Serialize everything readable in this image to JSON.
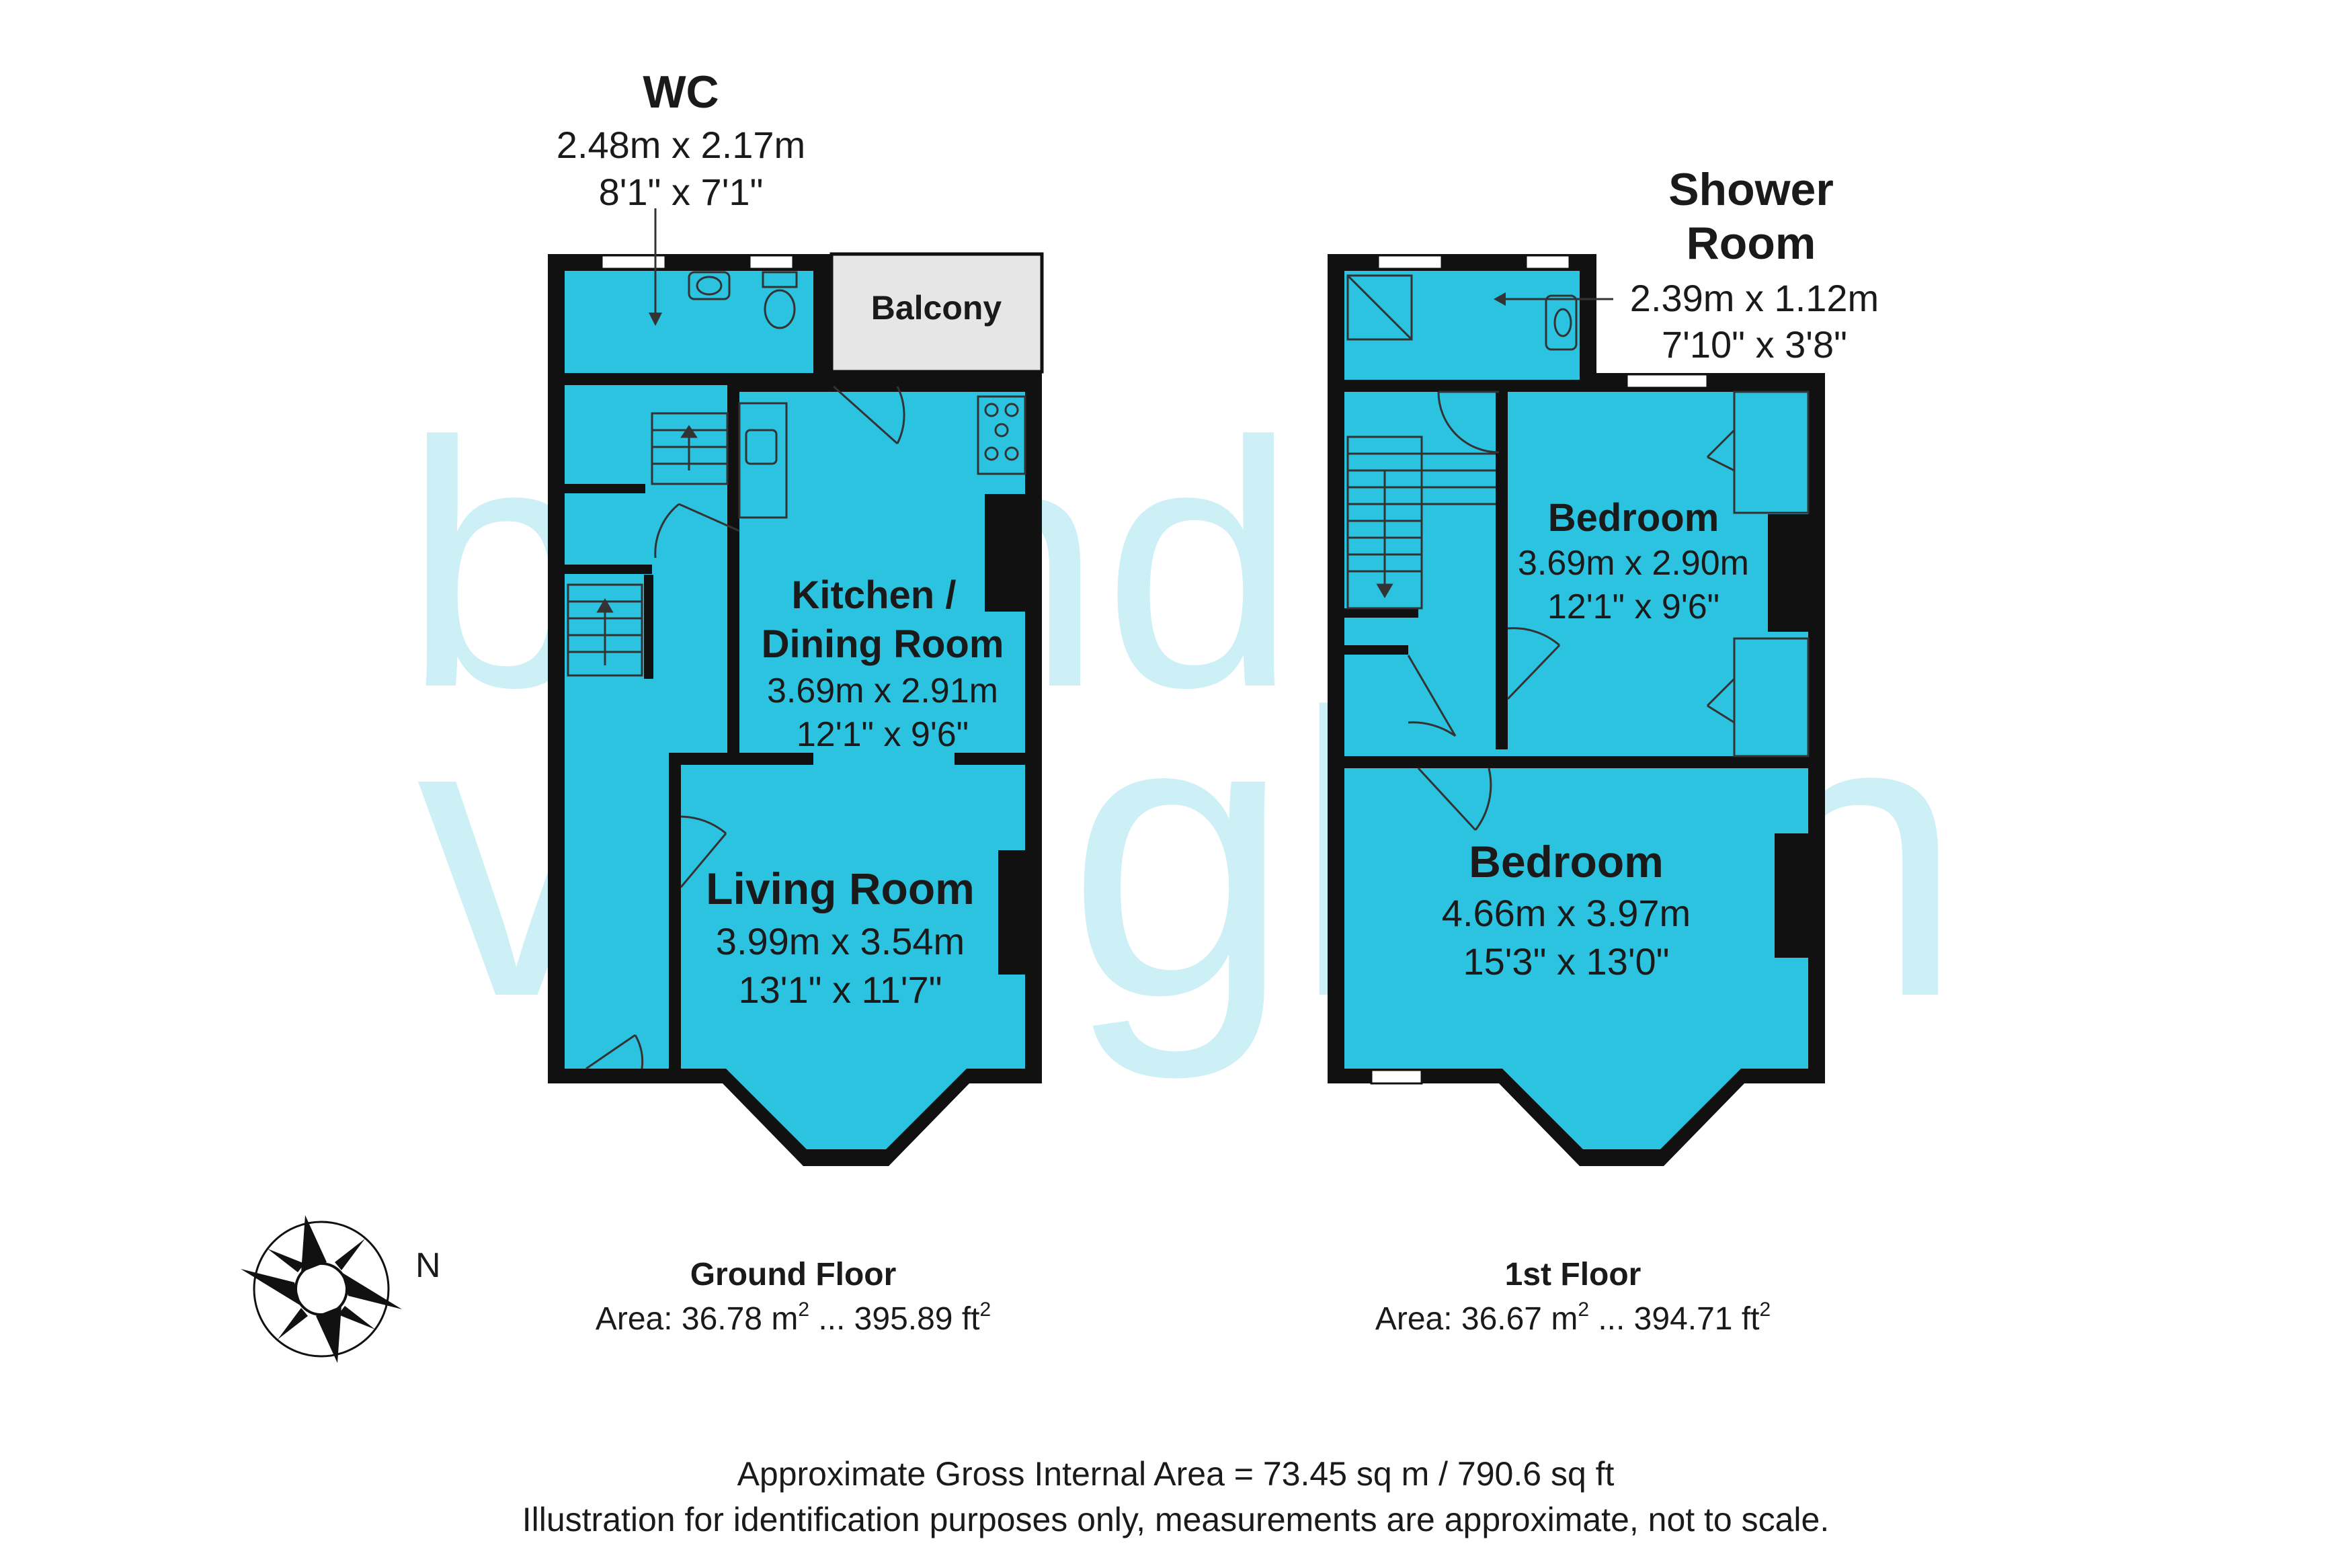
{
  "watermark": {
    "line1": "brand",
    "line2": "vaughan"
  },
  "ground_floor": {
    "title": "Ground Floor",
    "area_prefix": "Area: 36.78 m",
    "area_mid": " ...  395.89 ft",
    "sq": "2",
    "rooms": {
      "wc": {
        "name": "WC",
        "metric": "2.48m x 2.17m",
        "imperial": "8'1\" x 7'1\""
      },
      "balcony": {
        "name": "Balcony"
      },
      "kitchen": {
        "name1": "Kitchen /",
        "name2": "Dining Room",
        "metric": "3.69m x 2.91m",
        "imperial": "12'1\" x 9'6\""
      },
      "living": {
        "name": "Living Room",
        "metric": "3.99m x 3.54m",
        "imperial": "13'1\" x 11'7\""
      }
    }
  },
  "first_floor": {
    "title": "1st Floor",
    "area_prefix": "Area: 36.67 m",
    "area_mid": " ...  394.71 ft",
    "sq": "2",
    "rooms": {
      "shower": {
        "name1": "Shower",
        "name2": "Room",
        "metric": "2.39m x 1.12m",
        "imperial": "7'10\" x 3'8\""
      },
      "bedroom_rear": {
        "name": "Bedroom",
        "metric": "3.69m x 2.90m",
        "imperial": "12'1\" x 9'6\""
      },
      "bedroom_front": {
        "name": "Bedroom",
        "metric": "4.66m x 3.97m",
        "imperial": "15'3\" x 13'0\""
      }
    }
  },
  "compass": {
    "north_label": "N"
  },
  "footer": {
    "gross_area": "Approximate Gross Internal Area = 73.45 sq m / 790.6 sq ft",
    "disclaimer": "Illustration for identification purposes only, measurements are approximate, not to scale."
  },
  "colors": {
    "room_fill": "#2bc3e0",
    "wall": "#111111",
    "balcony_fill": "#e6e6e6",
    "watermark": "#cdeff6"
  }
}
